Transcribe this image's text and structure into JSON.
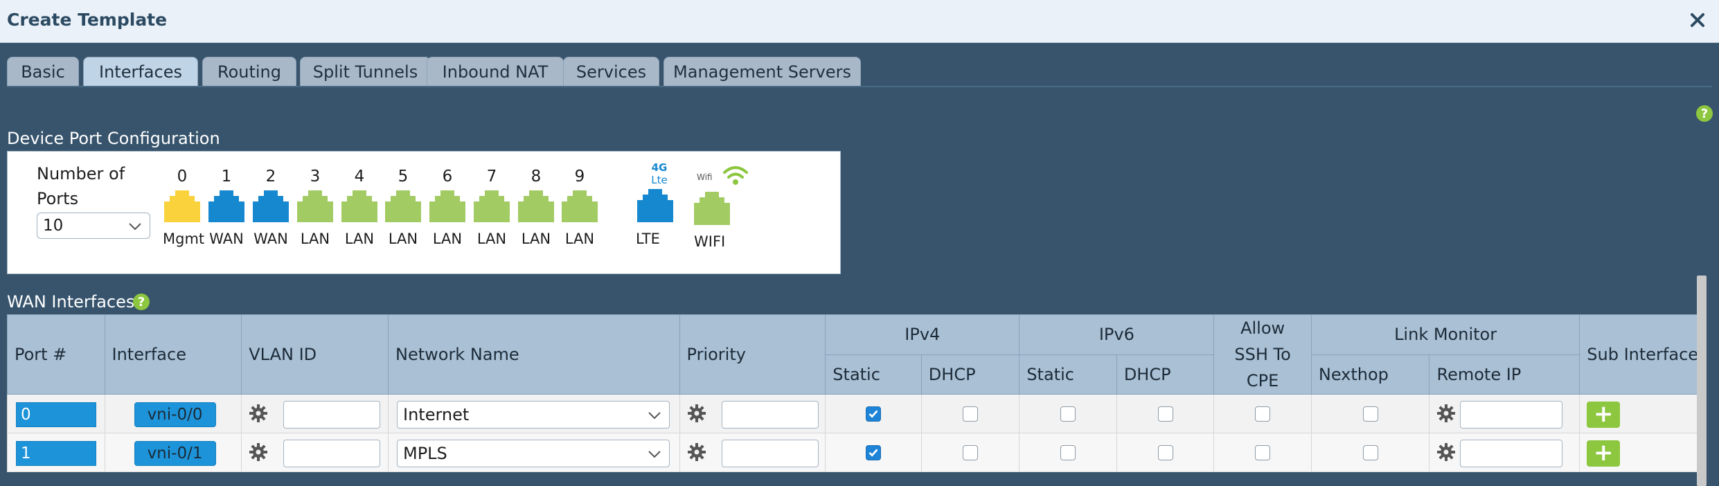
{
  "window": {
    "title": "Create Template"
  },
  "tabs": [
    {
      "label": "Basic"
    },
    {
      "label": "Interfaces",
      "active": true
    },
    {
      "label": "Routing"
    },
    {
      "label": "Split Tunnels"
    },
    {
      "label": "Inbound NAT"
    },
    {
      "label": "Services"
    },
    {
      "label": "Management Servers"
    }
  ],
  "device_port_config": {
    "heading": "Device Port Configuration",
    "number_of_ports_label": "Number of Ports",
    "number_of_ports_value": "10",
    "ports": [
      {
        "num": "0",
        "type": "Mgmt",
        "color": "#f9d23c"
      },
      {
        "num": "1",
        "type": "WAN",
        "color": "#1688cf"
      },
      {
        "num": "2",
        "type": "WAN",
        "color": "#1688cf"
      },
      {
        "num": "3",
        "type": "LAN",
        "color": "#a2cb63"
      },
      {
        "num": "4",
        "type": "LAN",
        "color": "#a2cb63"
      },
      {
        "num": "5",
        "type": "LAN",
        "color": "#a2cb63"
      },
      {
        "num": "6",
        "type": "LAN",
        "color": "#a2cb63"
      },
      {
        "num": "7",
        "type": "LAN",
        "color": "#a2cb63"
      },
      {
        "num": "8",
        "type": "LAN",
        "color": "#a2cb63"
      },
      {
        "num": "9",
        "type": "LAN",
        "color": "#a2cb63"
      }
    ],
    "lte": {
      "badge_top": "4G",
      "badge_bottom": "Lte",
      "label": "LTE",
      "color": "#1688cf"
    },
    "wifi": {
      "badge": "Wifi",
      "label": "WIFI",
      "color": "#a2cb63"
    }
  },
  "wan_interfaces": {
    "heading": "WAN Interfaces",
    "columns": {
      "port": "Port #",
      "interface": "Interface",
      "vlan_id": "VLAN ID",
      "network_name": "Network Name",
      "priority": "Priority",
      "ipv4": "IPv4",
      "ipv6": "IPv6",
      "allow_ssh": "Allow SSH To CPE",
      "link_monitor": "Link Monitor",
      "sub_interfaces": "Sub Interfaces",
      "static": "Static",
      "dhcp": "DHCP",
      "nexthop": "Nexthop",
      "remote_ip": "Remote IP"
    },
    "rows": [
      {
        "port": "0",
        "interface": "vni-0/0",
        "vlan_id": "",
        "network_name": "Internet",
        "priority": "",
        "ipv4_static": true,
        "ipv4_dhcp": false,
        "ipv6_static": false,
        "ipv6_dhcp": false,
        "allow_ssh": false,
        "nexthop": false,
        "remote_ip": ""
      },
      {
        "port": "1",
        "interface": "vni-0/1",
        "vlan_id": "",
        "network_name": "MPLS",
        "priority": "",
        "ipv4_static": true,
        "ipv4_dhcp": false,
        "ipv6_static": false,
        "ipv6_dhcp": false,
        "allow_ssh": false,
        "nexthop": false,
        "remote_ip": ""
      }
    ]
  },
  "colors": {
    "accent_blue": "#1d93d9",
    "accent_green": "#8dc63f",
    "background": "#37546c",
    "header_blue": "#a9c0d5"
  },
  "icons": {
    "close": "close-icon",
    "help": "help-icon",
    "gear": "gear-icon",
    "chevron": "chevron-down-icon",
    "add": "plus-icon"
  }
}
